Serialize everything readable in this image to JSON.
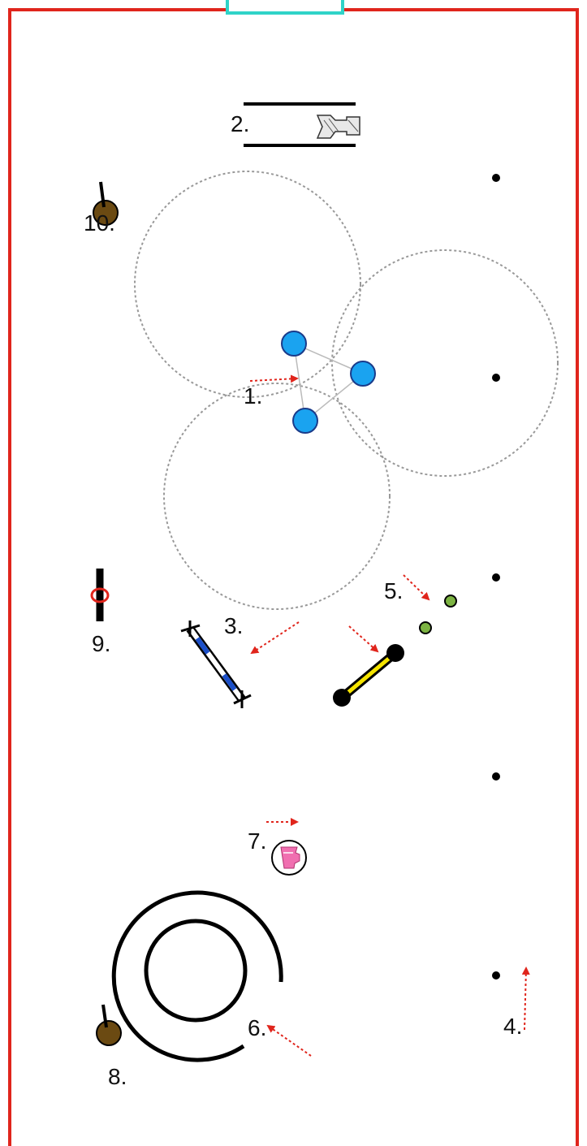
{
  "colors": {
    "arena_border": "#e0251c",
    "gate": "#2fd3c8",
    "arrow": "#e0251c",
    "circle_guide": "#999999",
    "blue_marker": "#1aa3f0",
    "green_marker": "#7cb342",
    "yellow_pole": "#f5e400",
    "brown_marker": "#6b4a12",
    "blue_stripe": "#1b4fc8"
  },
  "icons": {
    "trophy": "trophy-icon",
    "pitcher": "pitcher-icon"
  },
  "labels": {
    "station_1": "1.",
    "station_2": "2.",
    "station_3": "3.",
    "station_4": "4.",
    "station_5": "5.",
    "station_6": "6.",
    "station_7": "7.",
    "station_8": "8.",
    "station_9": "9.",
    "station_10": "10."
  }
}
